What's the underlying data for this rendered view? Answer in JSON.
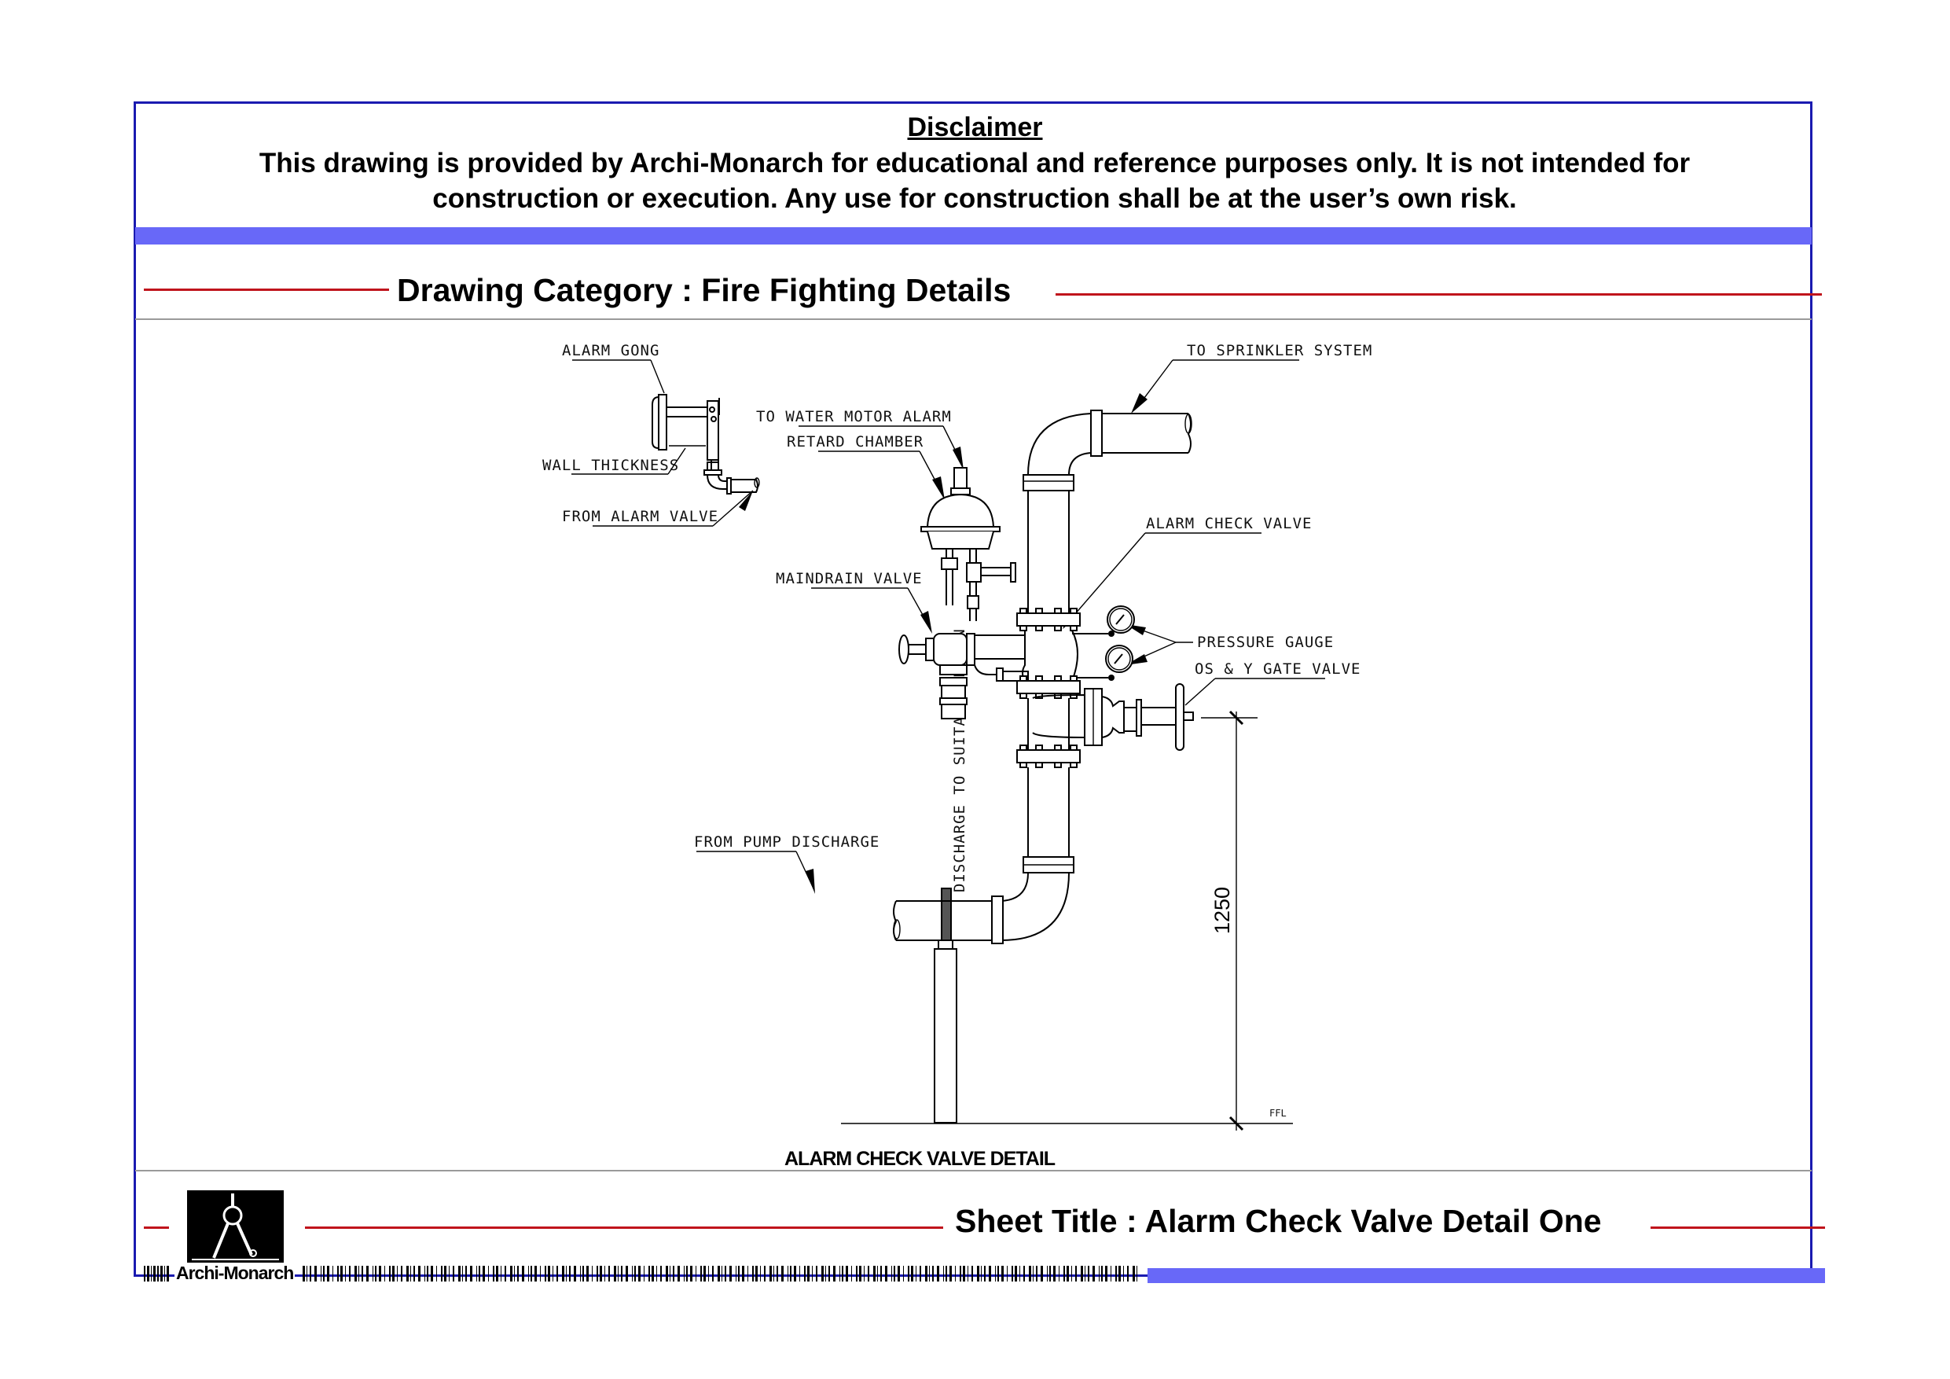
{
  "disclaimer": {
    "title": "Disclaimer",
    "text": "This drawing is provided by Archi-Monarch for educational and reference purposes only. It is not intended for construction or execution. Any use for construction shall be at the user’s own risk."
  },
  "category": {
    "title": "Drawing Category : Fire Fighting Details"
  },
  "drawing": {
    "title": "ALARM CHECK VALVE DETAIL",
    "labels": {
      "alarm_gong": "ALARM GONG",
      "wall_thickness": "WALL THICKNESS",
      "from_alarm_valve": "FROM ALARM VALVE",
      "to_water_motor_alarm": "TO WATER MOTOR ALARM",
      "retard_chamber": "RETARD CHAMBER",
      "to_sprinkler_system": "TO SPRINKLER SYSTEM",
      "alarm_check_valve": "ALARM CHECK VALVE",
      "maindrain_valve": "MAINDRAIN VALVE",
      "pressure_gauge": "PRESSURE GAUGE",
      "os_y_gate_valve": "OS & Y GATE VALVE",
      "discharge_to_drain": "DISCHARGE TO SUITABLE DRAIN",
      "from_pump_discharge": "FROM PUMP DISCHARGE",
      "ffl": "FFL"
    },
    "dimension": "1250"
  },
  "footer": {
    "logo_text": "Archi-Monarch",
    "sheet_title": "Sheet Title : Alarm Check Valve Detail One"
  },
  "colors": {
    "frame": "#1a1ab0",
    "band": "#6868f8",
    "accent_line": "#c0141c"
  }
}
